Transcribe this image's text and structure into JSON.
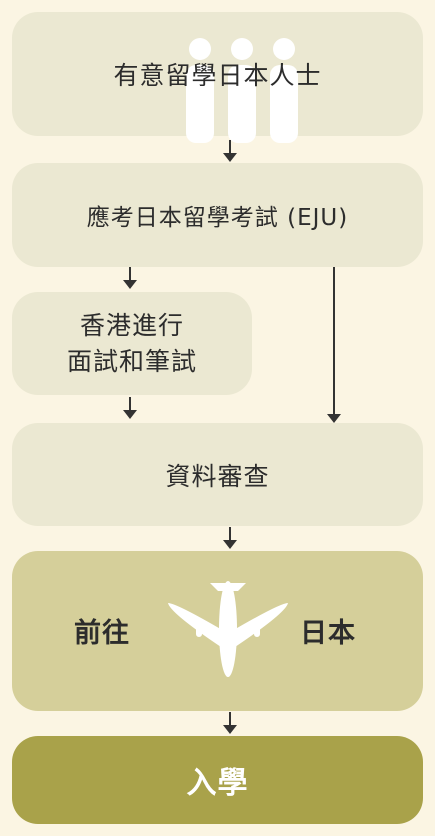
{
  "steps": {
    "interested": "有意留學日本人士",
    "eju": "應考日本留學考試 (EJU)",
    "hk_interview_line1": "香港進行",
    "hk_interview_line2": "面試和筆試",
    "review": "資料審查",
    "go_left": "前往",
    "go_right": "日本",
    "admission": "入學"
  },
  "icons": {
    "people": "people-icon",
    "plane": "airplane-icon"
  },
  "colors": {
    "background": "#fbf5e3",
    "pale_box": "#ebe8d2",
    "mid_box": "#d5cf9a",
    "dark_box": "#a9a24a",
    "arrow": "#333333"
  }
}
